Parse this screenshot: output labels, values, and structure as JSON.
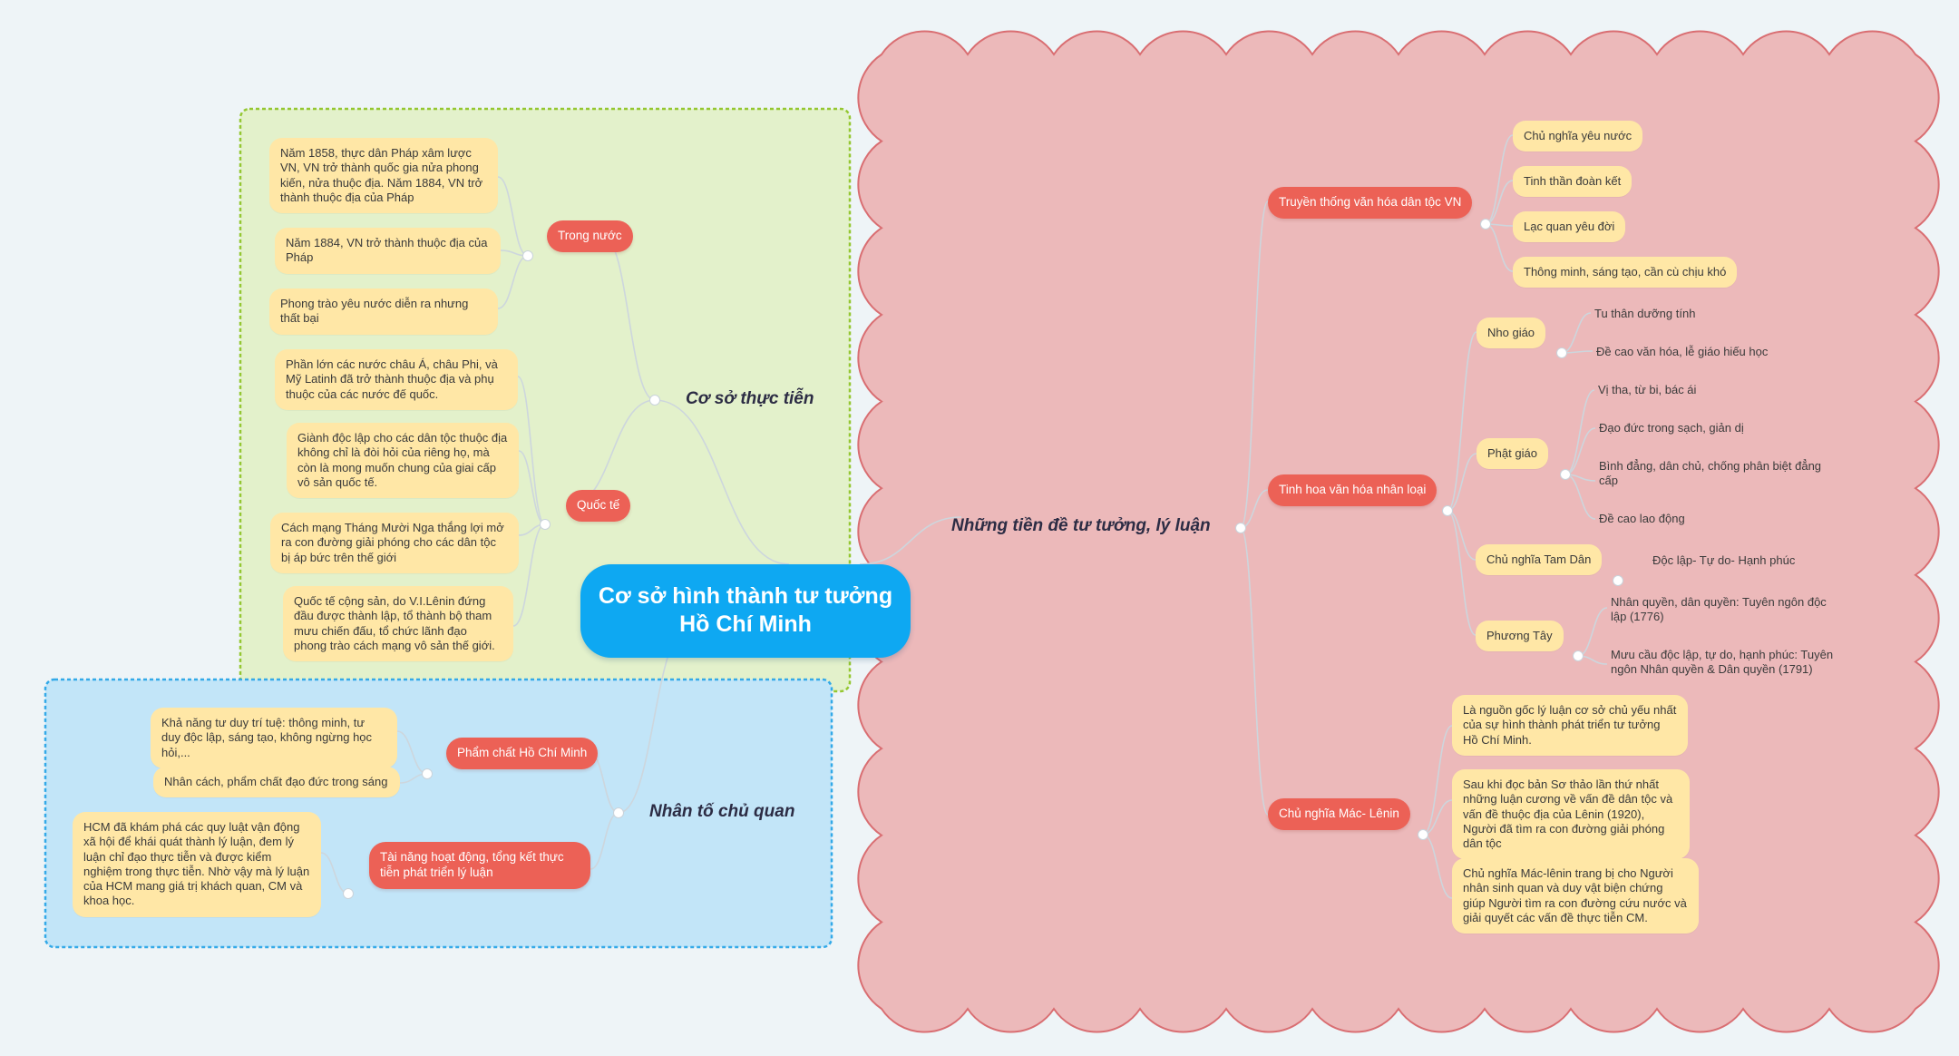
{
  "colors": {
    "background": "#eef4f7",
    "root_fill": "#0ea8f2",
    "topic_fill": "#ec6156",
    "note_fill": "#ffe7a6",
    "boundary_green": "#e3f1cb",
    "boundary_green_stroke": "#94c731",
    "boundary_blue": "#c2e5f8",
    "boundary_blue_stroke": "#33a9e8",
    "cloud_fill": "#ecb9ba",
    "cloud_stroke": "#d96e72",
    "connector": "#cdd6dd"
  },
  "root": {
    "title": "Cơ sở hình thành tư tưởng Hồ Chí Minh"
  },
  "thuc_tien": {
    "title": "Cơ sở thực tiễn",
    "trong_nuoc": {
      "label": "Trong nước",
      "notes": [
        "Năm 1858, thực dân Pháp xâm lược VN, VN trở thành quốc gia nửa phong kiến, nửa thuộc địa. Năm 1884, VN trở thành thuộc địa của Pháp",
        "Năm 1884, VN trở thành thuộc địa của Pháp",
        "Phong trào yêu nước diễn ra nhưng thất bại"
      ]
    },
    "quoc_te": {
      "label": "Quốc tế",
      "notes": [
        "Phần lớn các nước châu Á, châu Phi, và Mỹ Latinh đã trở thành thuộc địa và phụ thuộc của các nước đế quốc.",
        "Giành độc lập cho các dân tộc thuộc địa không chỉ là đòi hỏi của riêng họ, mà còn là mong muốn chung của giai cấp vô sản quốc tế.",
        "Cách mạng Tháng Mười Nga thắng lợi mở ra con đường giải phóng cho các dân tộc bị áp bức trên thế giới",
        "Quốc tế cộng sản, do V.I.Lênin đứng đầu được thành lập, tổ thành bộ tham mưu chiến đấu, tổ chức lãnh đạo phong trào cách mạng vô sản thế giới."
      ]
    }
  },
  "chu_quan": {
    "title": "Nhân tố chủ quan",
    "pham_chat": {
      "label": "Phẩm chất Hồ Chí Minh",
      "notes": [
        "Khả năng tư duy trí tuệ: thông minh, tư duy độc lập, sáng tạo, không ngừng học hỏi,...",
        "Nhân cách, phẩm chất đạo đức trong sáng"
      ]
    },
    "tai_nang": {
      "label": "Tài năng hoạt động, tổng kết thực tiễn phát triển lý luận",
      "notes": [
        "HCM đã khám phá các quy luật vận động xã hội để khái quát thành lý luận, đem lý luận chỉ đạo thực tiễn và được kiểm nghiệm trong thực tiễn. Nhờ vậy mà lý luận của HCM mang giá trị khách quan, CM và khoa học."
      ]
    }
  },
  "tien_de": {
    "title": "Những tiền đề tư tưởng, lý luận",
    "truyen_thong": {
      "label": "Truyền thống văn hóa dân tộc VN",
      "notes": [
        "Chủ nghĩa yêu nước",
        "Tinh thần đoàn kết",
        "Lạc quan yêu đời",
        "Thông minh, sáng tạo, cần cù chịu khó"
      ]
    },
    "tinh_hoa": {
      "label": "Tinh hoa văn hóa nhân loại",
      "nho_giao": {
        "label": "Nho giáo",
        "items": [
          "Tu thân dưỡng tính",
          "Đề cao văn hóa, lễ giáo hiếu học"
        ]
      },
      "phat_giao": {
        "label": "Phật giáo",
        "items": [
          "Vị tha, từ bi, bác ái",
          "Đạo đức trong sạch, giản dị",
          "Bình đẳng, dân chủ, chống phân biệt đẳng cấp",
          "Đề cao lao động"
        ]
      },
      "tam_dan": {
        "label": "Chủ nghĩa Tam Dân",
        "items": [
          "Độc lập- Tự do- Hạnh phúc"
        ]
      },
      "phuong_tay": {
        "label": "Phương Tây",
        "items": [
          "Nhân quyền, dân quyền: Tuyên ngôn độc lập (1776)",
          "Mưu cầu độc lập, tự do, hạnh phúc: Tuyên ngôn Nhân quyền & Dân quyền (1791)"
        ]
      }
    },
    "mac_lenin": {
      "label": "Chủ nghĩa Mác- Lênin",
      "notes": [
        "Là nguồn gốc lý luận cơ sở chủ yếu nhất của sự hình thành phát triển tư tưởng Hồ Chí Minh.",
        "Sau khi đọc bản Sơ thảo lần thứ nhất những luận cương về vấn đề dân tộc và vấn đề thuộc địa của Lênin (1920), Người đã tìm ra con đường giải phóng dân tộc",
        "Chủ nghĩa Mác-lênin trang bị cho Người nhân sinh quan và duy vật biện chứng giúp Người tìm ra con đường cứu nước và giải quyết các vấn đề thực tiễn CM."
      ]
    }
  }
}
